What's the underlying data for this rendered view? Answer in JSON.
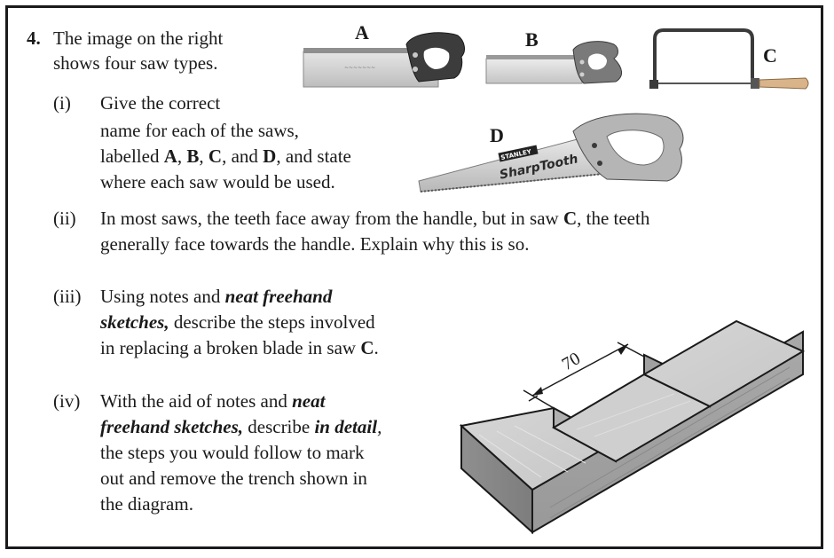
{
  "question": {
    "number": "4.",
    "intro": [
      "The image on the right",
      "shows four saw types."
    ]
  },
  "parts": {
    "i": {
      "marker": "(i)",
      "line1": "Give the correct",
      "line2": "name for each of the saws,",
      "line3_a": "labelled ",
      "line3_A": "A",
      "line3_c1": ", ",
      "line3_B": "B",
      "line3_c2": ", ",
      "line3_C": "C",
      "line3_and": ", and ",
      "line3_D": "D",
      "line3_end": ", and state",
      "line4": "where each saw would be used."
    },
    "ii": {
      "marker": "(ii)",
      "line1_a": "In most saws, the teeth face away from the handle, but in saw ",
      "line1_C": "C",
      "line1_b": ", the teeth",
      "line2": "generally face towards the handle.  Explain why this is so."
    },
    "iii": {
      "marker": "(iii)",
      "line1_a": "Using notes and ",
      "line1_em": "neat freehand",
      "line2_em": "sketches,",
      "line2_b": " describe the steps involved",
      "line3_a": "in replacing a broken blade in saw ",
      "line3_C": "C",
      "line3_b": "."
    },
    "iv": {
      "marker": "(iv)",
      "line1_a": "With the aid of notes and ",
      "line1_em": "neat",
      "line2_em": "freehand sketches,",
      "line2_b": " describe ",
      "line2_em2": "in detail",
      "line2_c": ",",
      "line3": "the steps you would follow to mark",
      "line4": "out and remove the trench shown in",
      "line5": "the diagram."
    }
  },
  "saws": {
    "labels": {
      "A": "A",
      "B": "B",
      "C": "C",
      "D": "D"
    },
    "d_brand": "STANLEY",
    "d_model": "SharpTooth"
  },
  "diagram": {
    "dimension": "70"
  }
}
